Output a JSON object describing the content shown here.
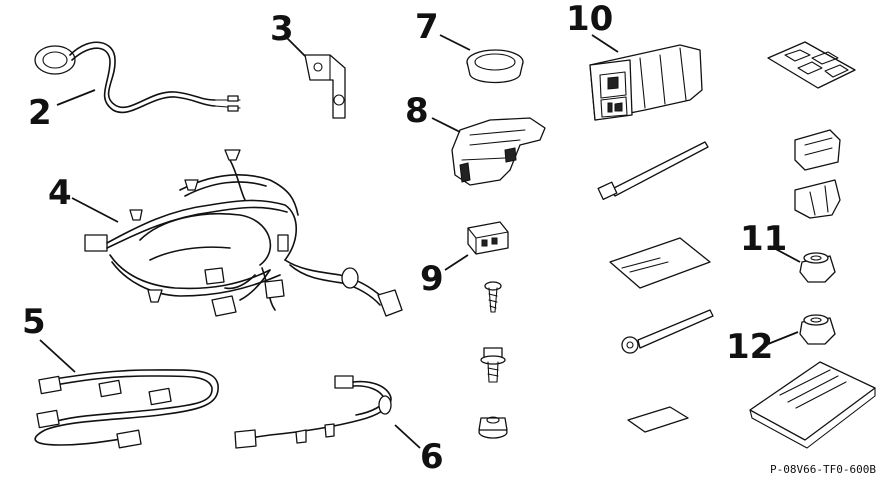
{
  "callouts": [
    "2",
    "3",
    "4",
    "5",
    "6",
    "7",
    "8",
    "9",
    "10",
    "11",
    "12"
  ],
  "part_code": "P-08V66-TF0-600B"
}
